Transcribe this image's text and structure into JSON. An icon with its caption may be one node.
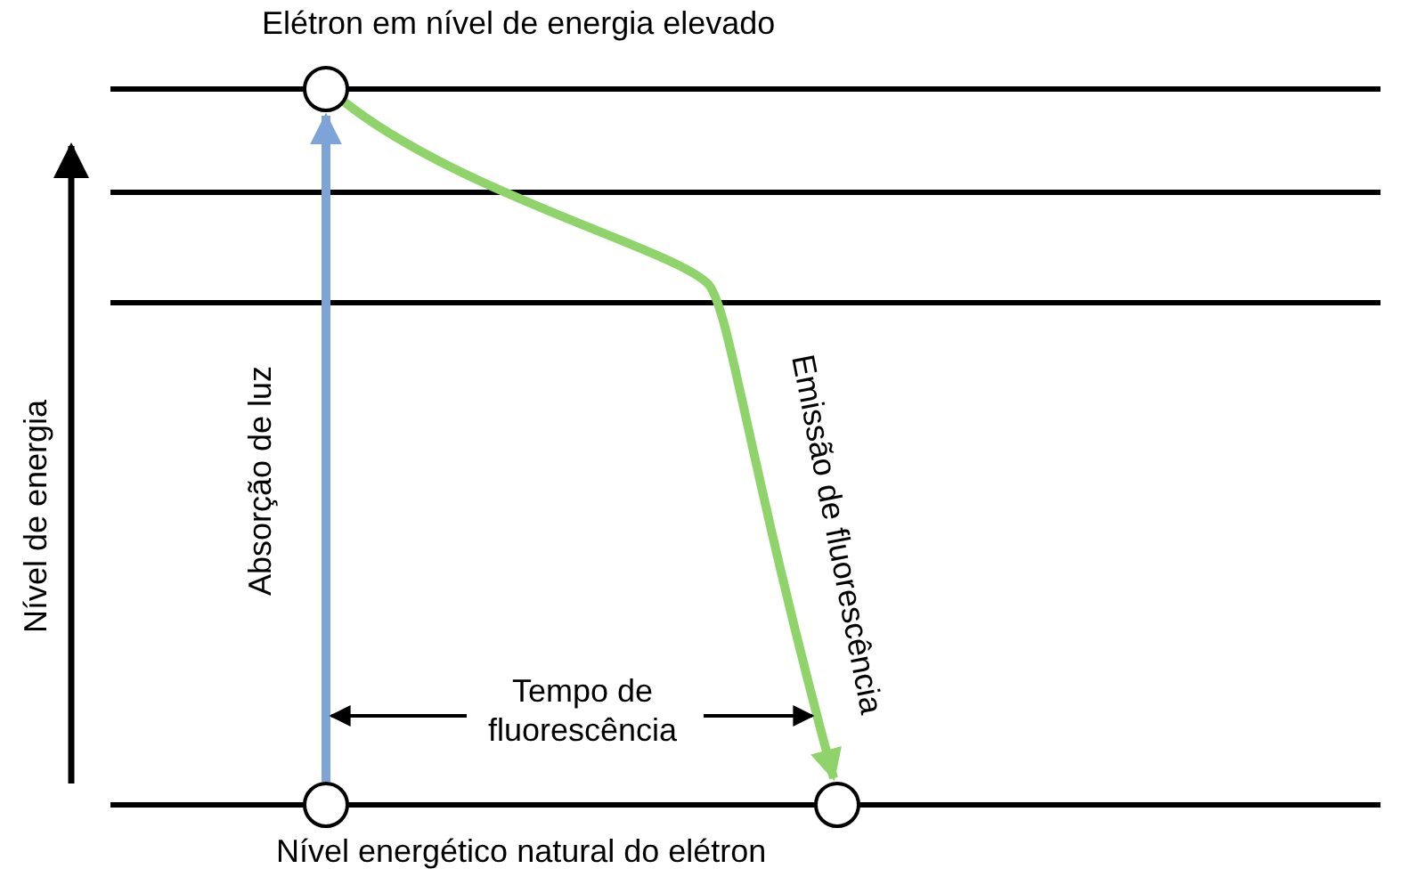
{
  "diagram": {
    "nodes": [
      {
        "text": [
          "Elétron em nível de energia elevado"
        ]
      },
      {
        "text": [
          "Nível energético natural do elétron"
        ]
      },
      {
        "text": [],
        "shape": "circle"
      }
    ],
    "edges": [
      {
        "from": 1,
        "to": 0,
        "arrow": "to",
        "label": "Absorção de luz",
        "color": "#7ea3d6"
      },
      {
        "from": 0,
        "to": 2,
        "arrow": "to",
        "label": "Emissão de fluorescência",
        "color": "#8fd46a"
      }
    ],
    "labels": [
      "Nível de energia",
      "Tempo de fluorescência"
    ]
  }
}
